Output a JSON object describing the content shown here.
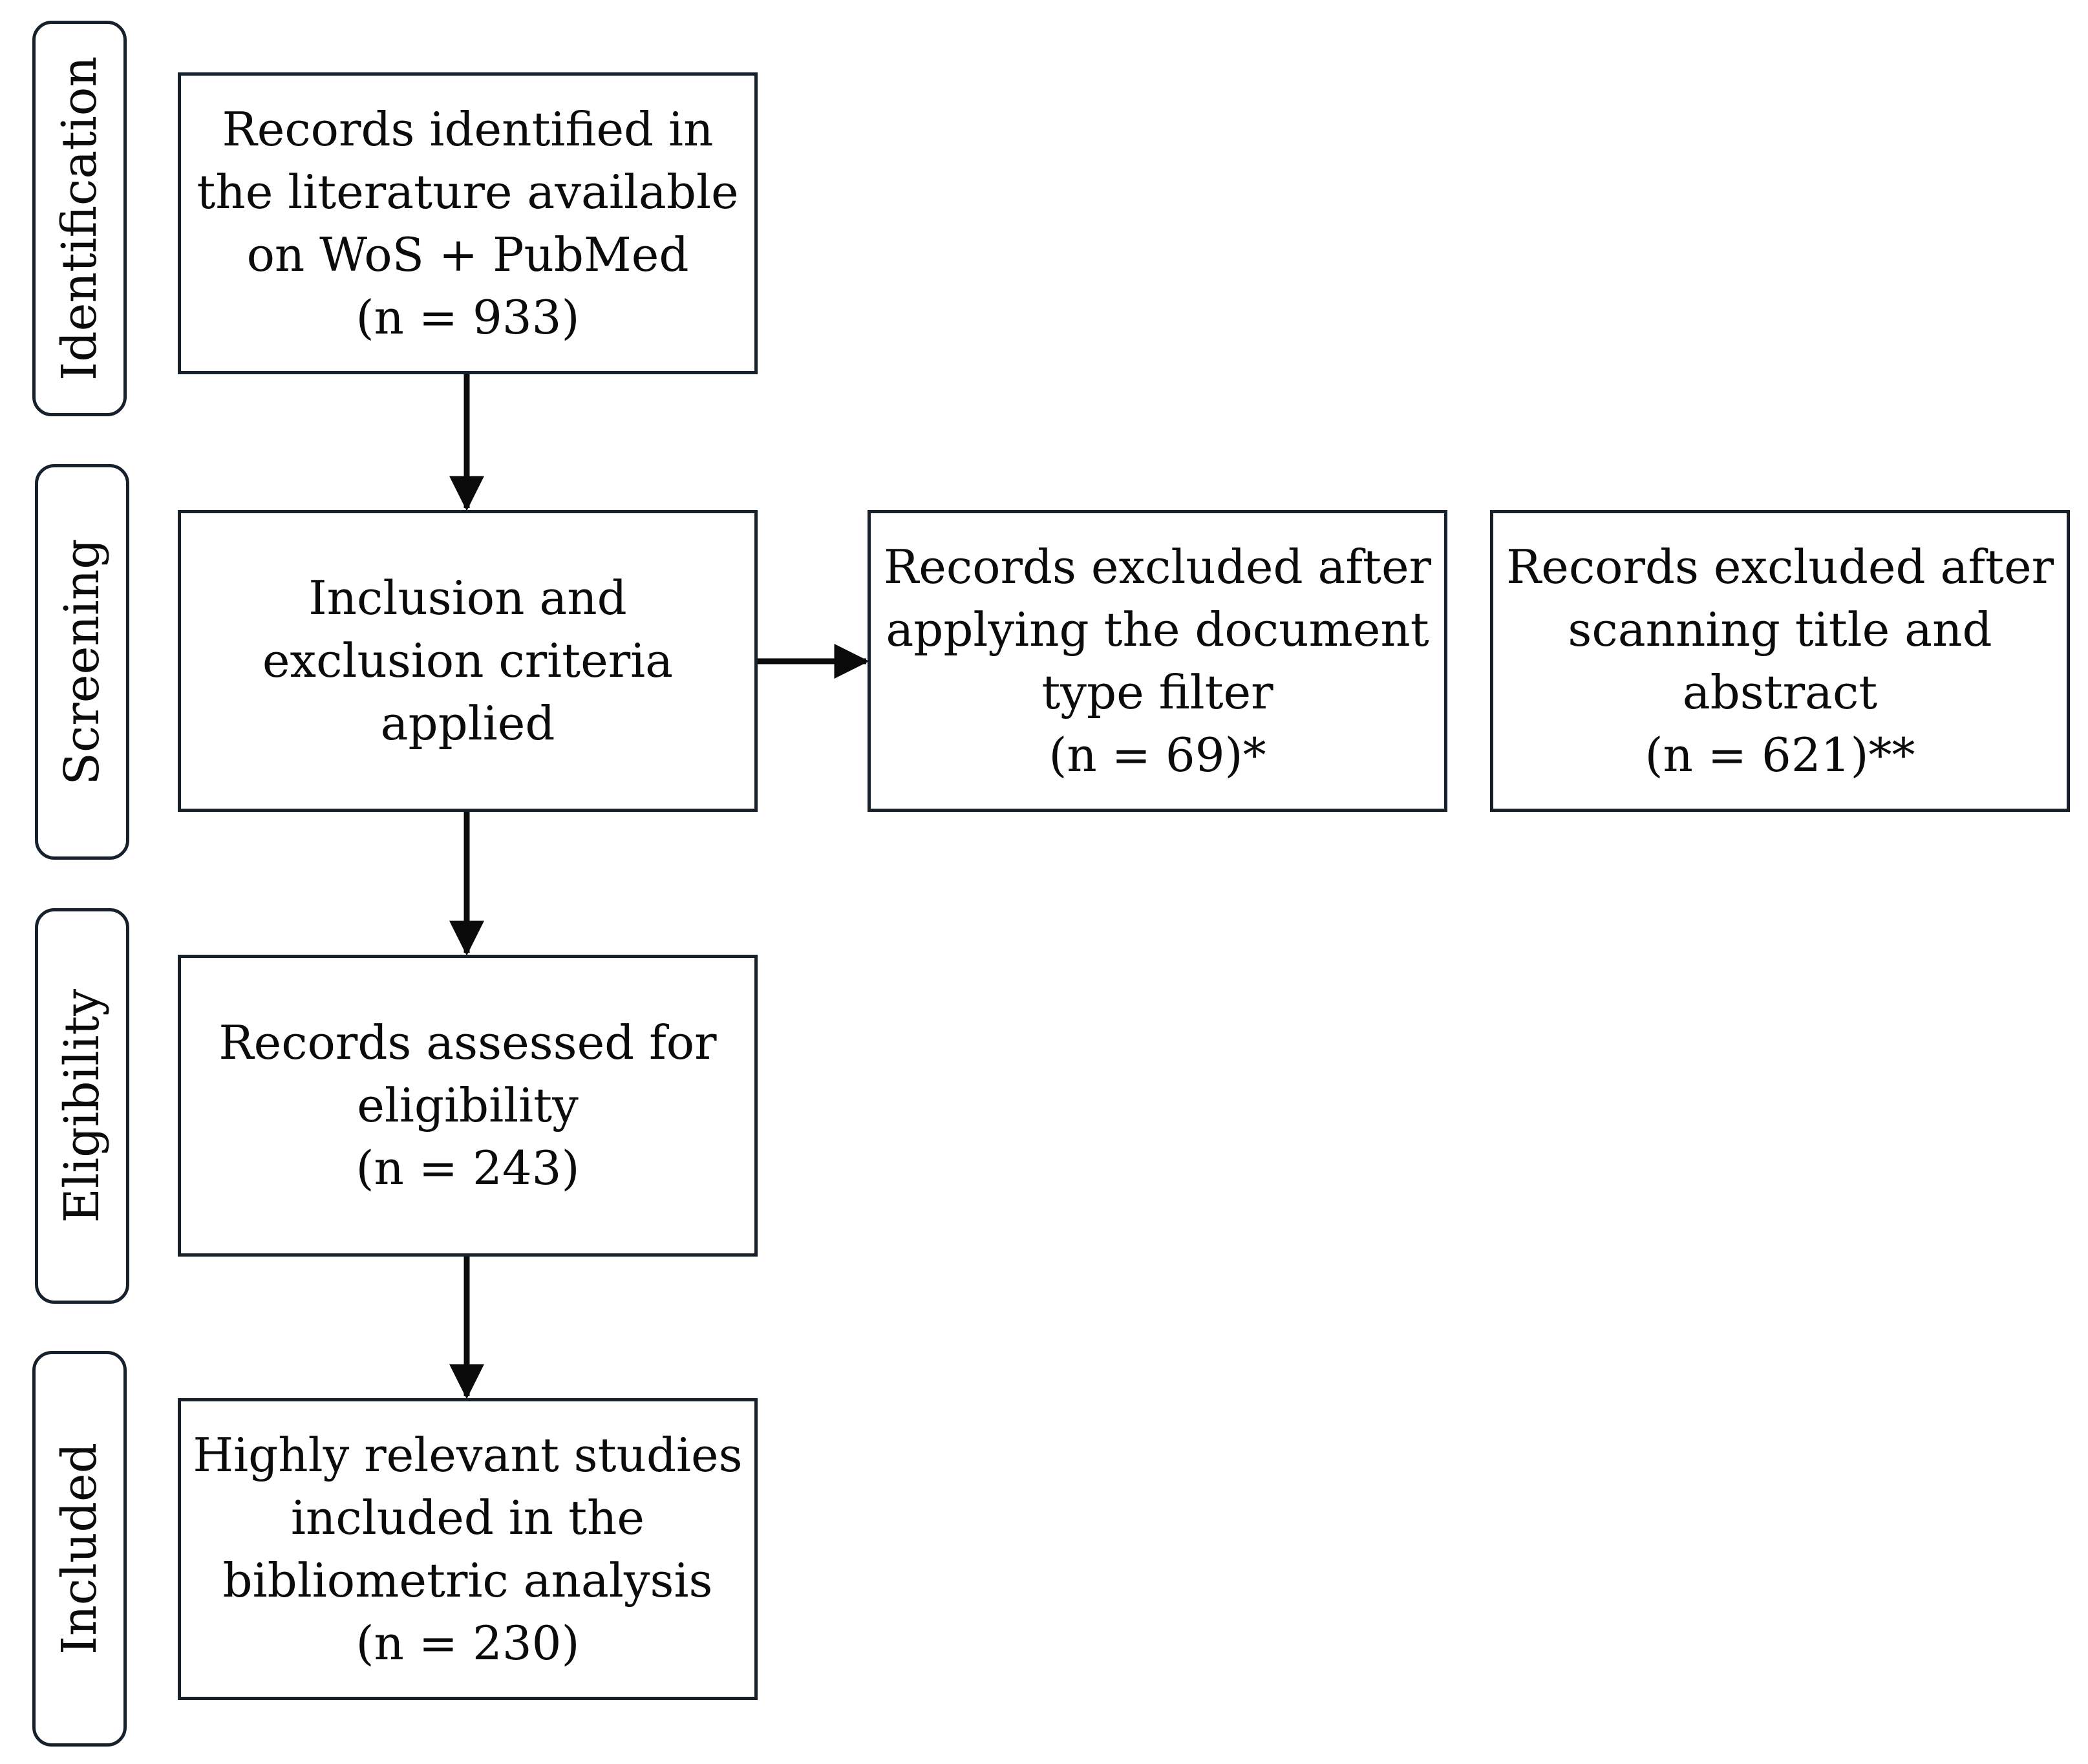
{
  "stages": {
    "identification": "Identification",
    "screening": "Screening",
    "eligibility": "Eligibility",
    "included": "Included"
  },
  "boxes": {
    "identified": {
      "lines": [
        "Records identified in",
        "the literature available",
        "on WoS + PubMed",
        "(n = 933)"
      ]
    },
    "criteria": {
      "lines": [
        "Inclusion and",
        "exclusion criteria",
        "applied"
      ]
    },
    "excluded_doctype": {
      "lines": [
        "Records excluded after",
        "applying the document",
        "type filter",
        "(n = 69)*"
      ]
    },
    "excluded_title": {
      "lines": [
        "Records excluded after",
        "scanning title and",
        "abstract",
        "(n = 621)**"
      ]
    },
    "eligibility": {
      "lines": [
        "Records assessed for",
        "eligibility",
        "(n = 243)"
      ]
    },
    "included": {
      "lines": [
        "Highly relevant studies",
        "included in the",
        "bibliometric analysis",
        "(n = 230)"
      ]
    }
  }
}
